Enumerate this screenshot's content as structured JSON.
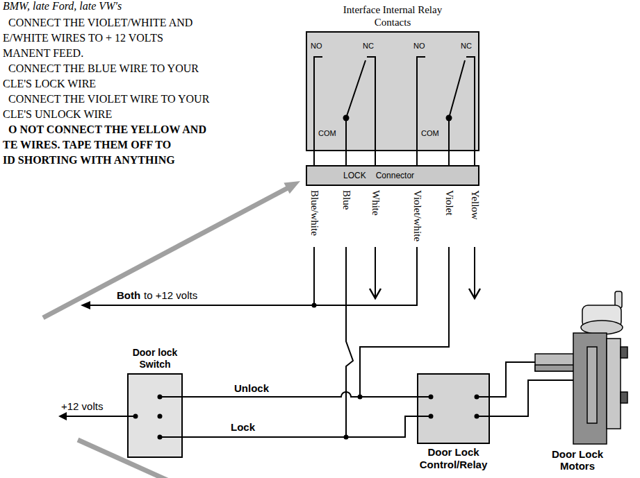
{
  "diagram": {
    "nodes": [
      {
        "text": [
          "Interface Internal Relay Contacts"
        ]
      },
      {
        "text": [
          "LOCK",
          "Connector"
        ]
      },
      {
        "text": [
          "Door lock Switch"
        ]
      },
      {
        "text": [
          "Door Lock Control/Relay"
        ]
      }
    ],
    "edges": [
      {
        "from": 0,
        "to": 1,
        "arrow": "none"
      },
      {
        "from": 0,
        "to": 1,
        "arrow": "none"
      },
      {
        "from": 0,
        "to": 1,
        "arrow": "none"
      },
      {
        "from": 0,
        "to": 1,
        "arrow": "none"
      },
      {
        "from": 0,
        "to": 1,
        "arrow": "none"
      },
      {
        "from": 0,
        "to": 1,
        "arrow": "none"
      },
      {
        "from": 2,
        "to": 3,
        "label": "Unlock",
        "arrow": "none"
      },
      {
        "from": 2,
        "to": 3,
        "label": "Lock",
        "arrow": "none"
      }
    ],
    "labels": [
      "BMW, late Ford, late VW's",
      "CONNECT THE VIOLET/WHITE AND",
      "E/WHITE WIRES TO + 12 VOLTS",
      "MANENT FEED.",
      "CONNECT THE BLUE WIRE TO YOUR",
      "CLE'S LOCK WIRE",
      "CONNECT THE VIOLET WIRE TO YOUR",
      "CLE'S UNLOCK WIRE",
      "O NOT CONNECT THE YELLOW AND",
      "TE WIRES. TAPE THEM OFF TO",
      "ID SHORTING WITH ANYTHING",
      "NO",
      "NC",
      "COM",
      "NO",
      "NC",
      "COM",
      "Blue/white",
      "Blue",
      "White",
      "Violet/white",
      "Violet",
      "Yellow",
      "Both",
      "to +12 volts",
      "+12 volts",
      "Door Lock Motors"
    ]
  }
}
